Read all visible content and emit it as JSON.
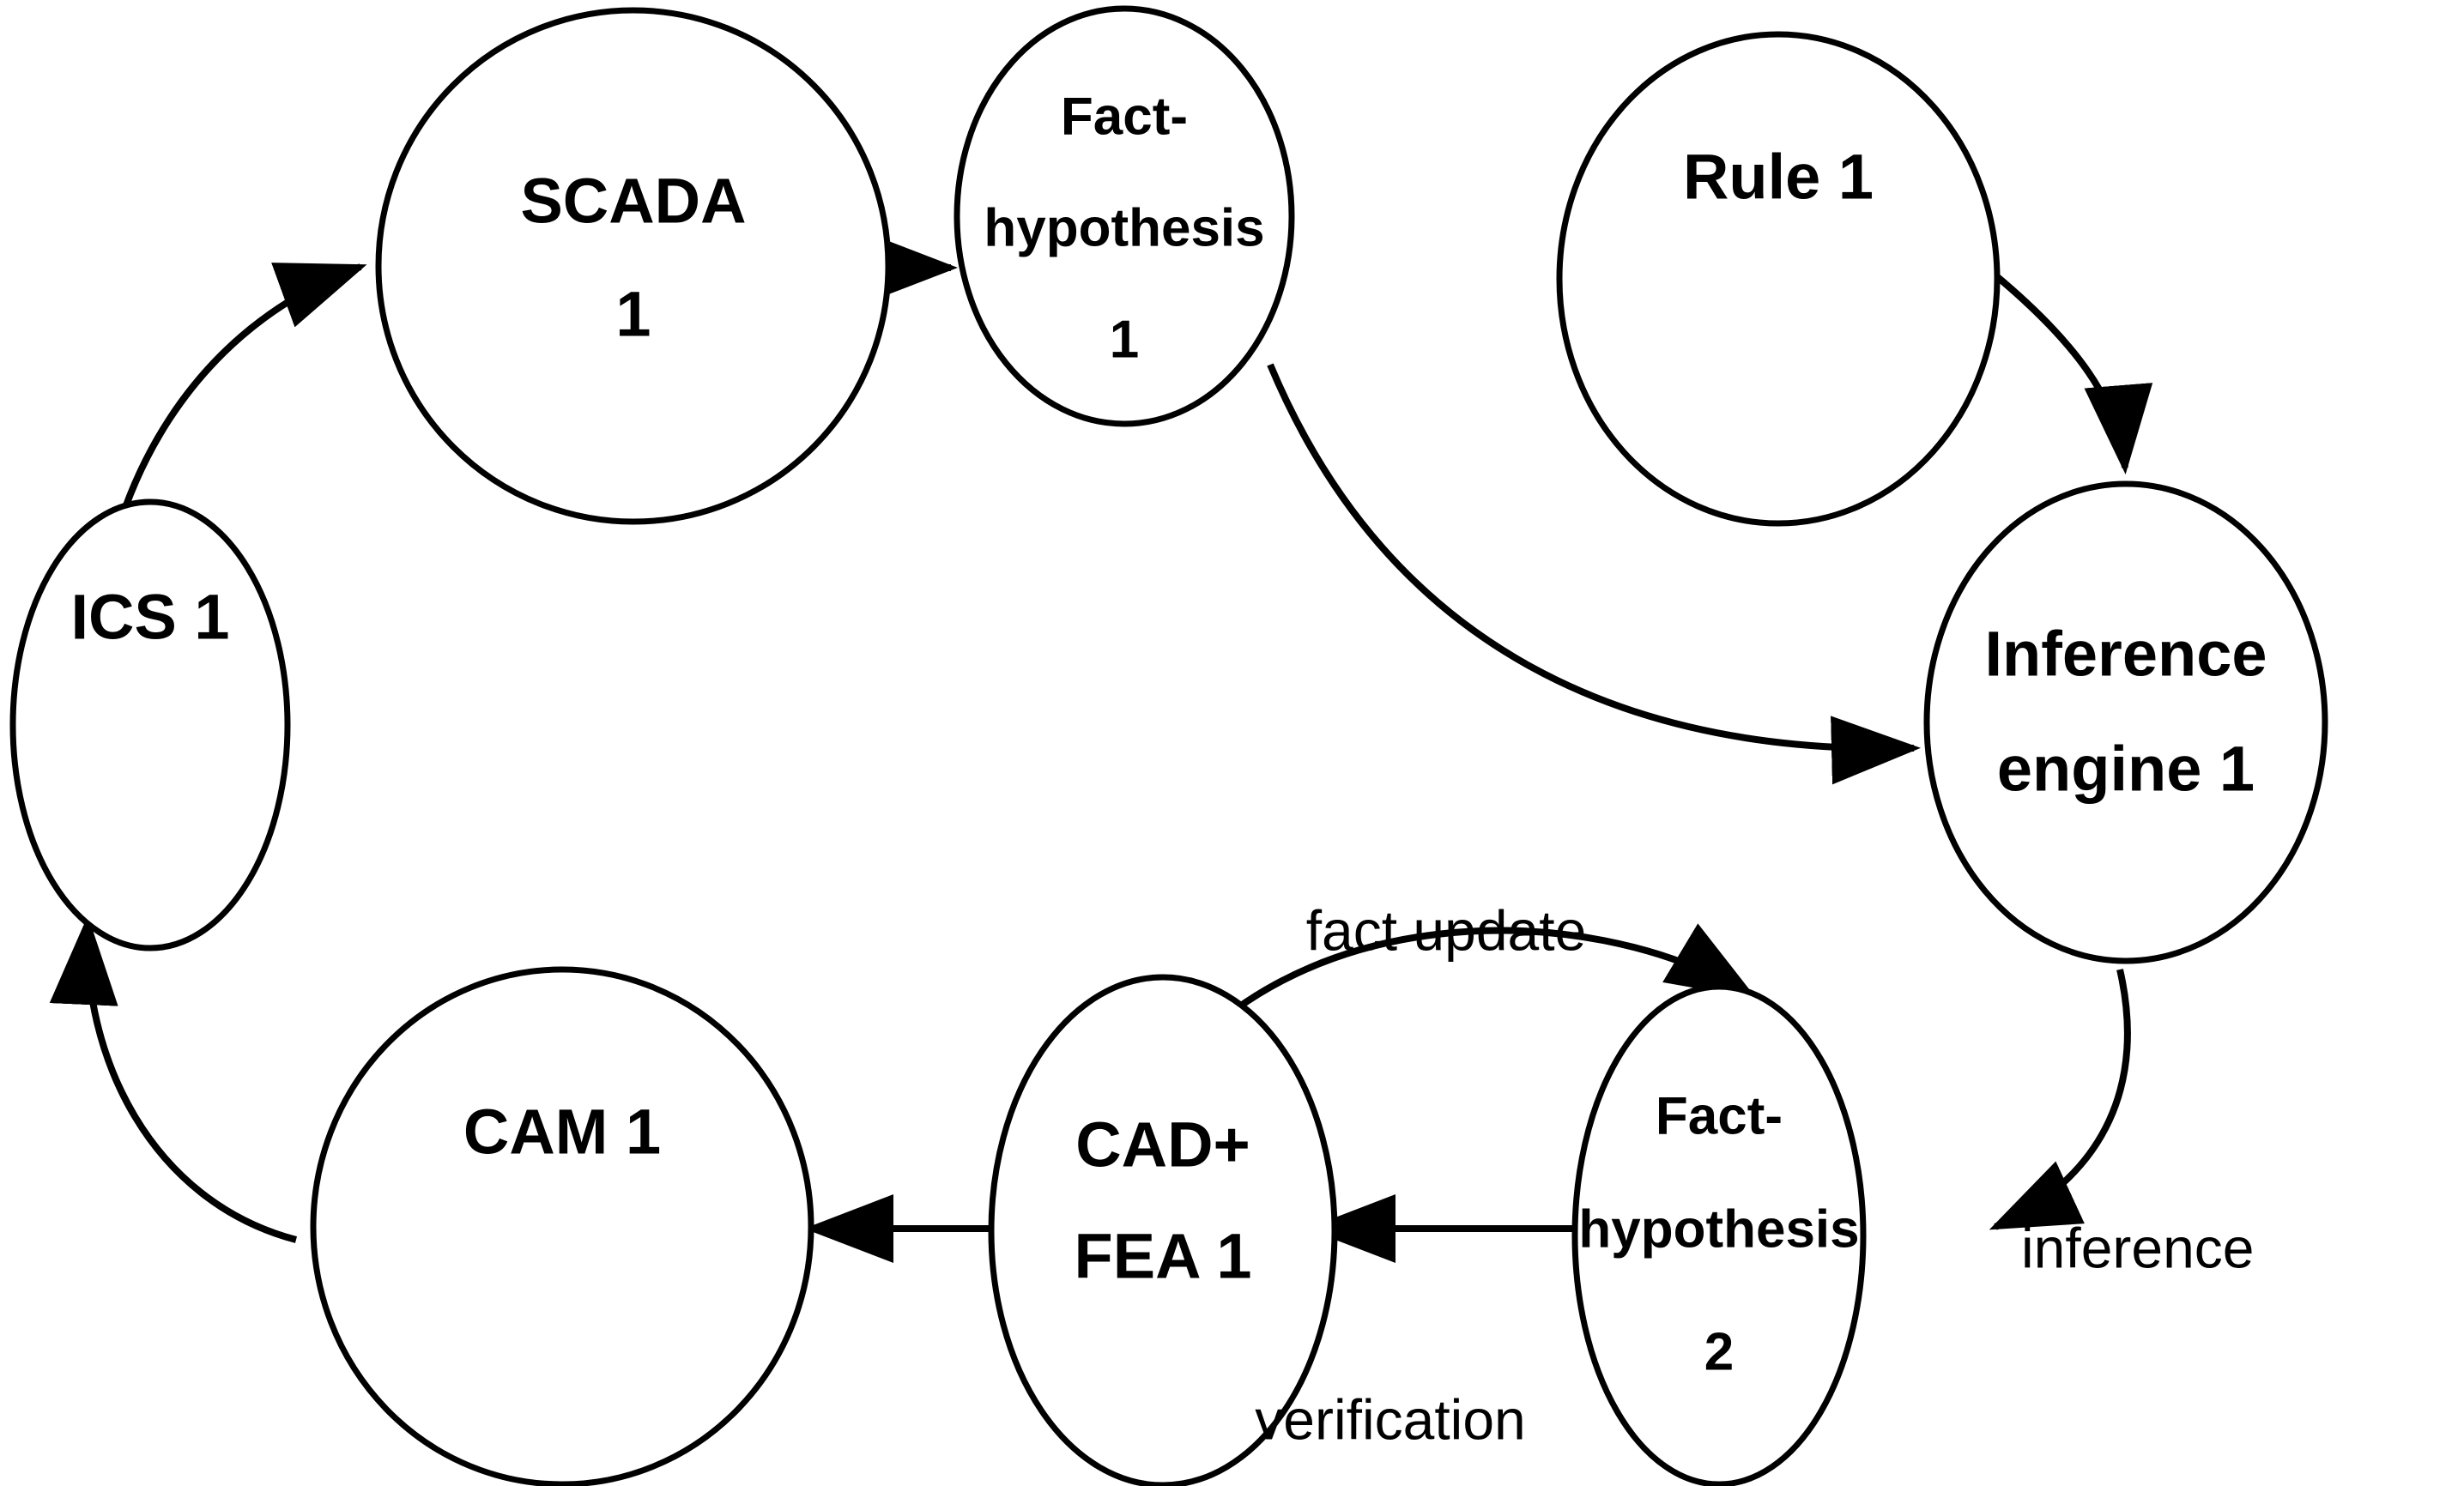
{
  "diagram": {
    "title": "ICS / expert-system feedback loop",
    "background_color": "#ffffff",
    "stroke_color": "#000000",
    "nodes": [
      {
        "id": "scada1",
        "label_line1": "SCADA",
        "label_line2": "1",
        "label_line3": ""
      },
      {
        "id": "facthyp1",
        "label_line1": "Fact-",
        "label_line2": "hypothesis",
        "label_line3": "1"
      },
      {
        "id": "rule1",
        "label_line1": "Rule 1",
        "label_line2": "",
        "label_line3": ""
      },
      {
        "id": "inference1",
        "label_line1": "Inference",
        "label_line2": "engine 1",
        "label_line3": ""
      },
      {
        "id": "facthyp2",
        "label_line1": "Fact-",
        "label_line2": "hypothesis",
        "label_line3": "2"
      },
      {
        "id": "cadfea1",
        "label_line1": "CAD+",
        "label_line2": "FEA 1",
        "label_line3": ""
      },
      {
        "id": "cam1",
        "label_line1": "CAM 1",
        "label_line2": "",
        "label_line3": ""
      },
      {
        "id": "ics1",
        "label_line1": "ICS 1",
        "label_line2": "",
        "label_line3": ""
      }
    ],
    "edge_labels": {
      "fact_update": "fact update",
      "inference": "inference",
      "verification": "verification"
    }
  }
}
